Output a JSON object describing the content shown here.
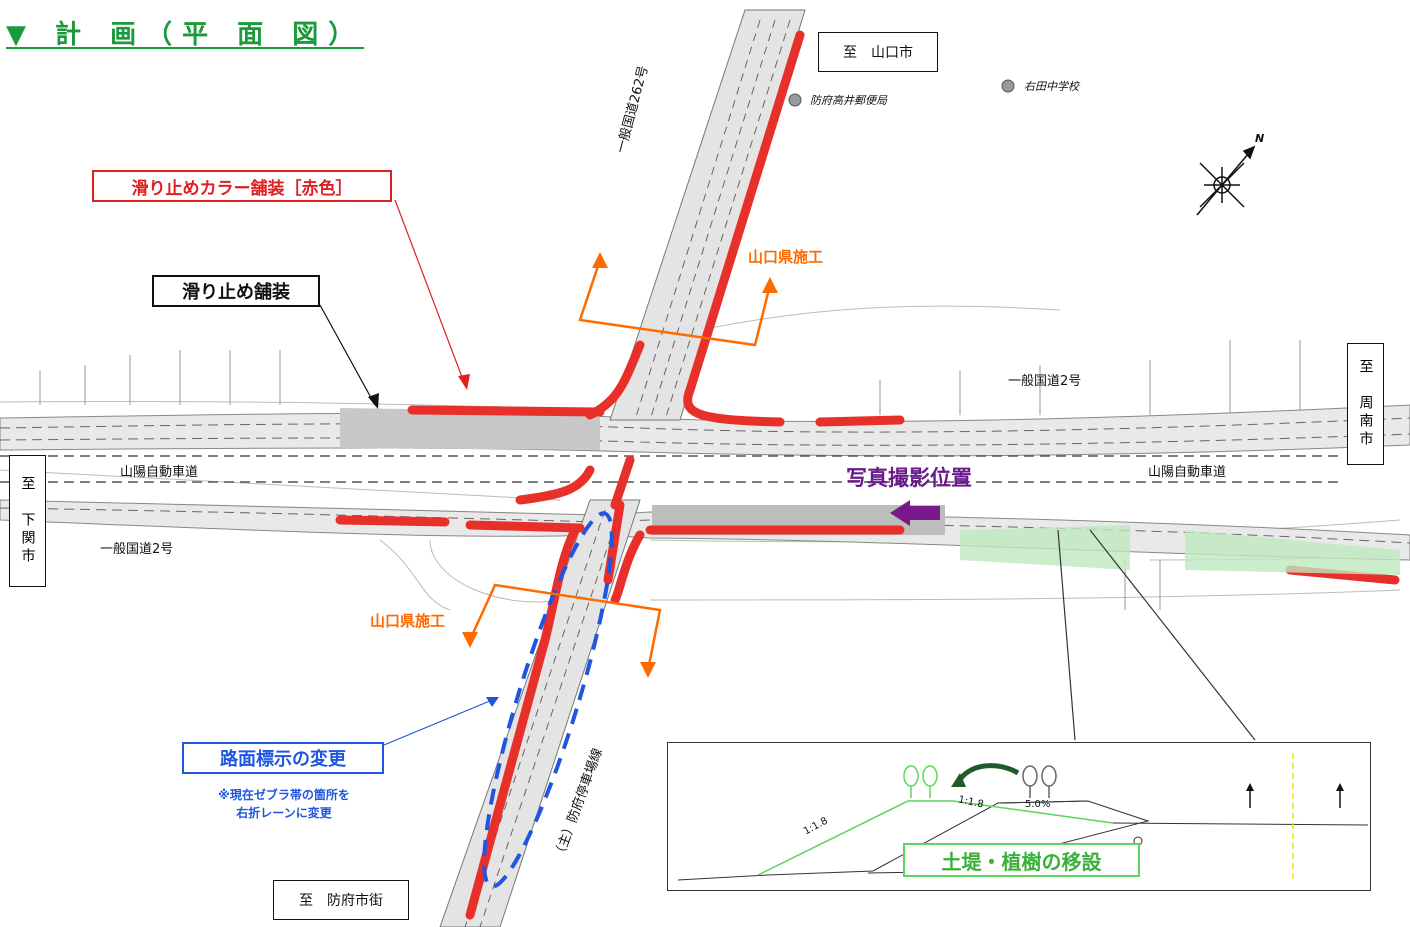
{
  "title": "▼ 計 画（平 面 図）",
  "destinations": {
    "yamaguchi": "至　山口市",
    "shimonoseki": "至　下関市",
    "shunan": "至　周南市",
    "hofu": "至　防府市街"
  },
  "roads": {
    "route262": "一般国道262号",
    "route2_east": "一般国道2号",
    "route2_west": "一般国道2号",
    "sanyo_west": "山陽自動車道",
    "sanyo_east": "山陽自動車道",
    "prefectural": "（主）防府停車場線"
  },
  "landmarks": {
    "post_office": "防府高井郵便局",
    "school": "右田中学校"
  },
  "callouts": {
    "red_paving": "滑り止めカラー舗装［赤色］",
    "antislip": "滑り止め舗装",
    "marking_change": "路面標示の変更",
    "marking_note": "※現在ゼブラ帯の箇所を\n右折レーンに変更",
    "photo_position": "写真撮影位置",
    "pref_work_north": "山口県施工",
    "pref_work_south": "山口県施工"
  },
  "inset": {
    "caption": "土堤・植樹の移設",
    "slope_left": "1:1.8",
    "slope_right": "1:1.8",
    "grade": "5.0%"
  },
  "compass": {
    "north_label": "N"
  },
  "colors": {
    "title": "#1a9a3a",
    "red_paving": "#e8302a",
    "orange_work": "#ff6a00",
    "blue_marking": "#1f55e0",
    "photo": "#6a1a8a",
    "embankment": "#5ad65a"
  }
}
